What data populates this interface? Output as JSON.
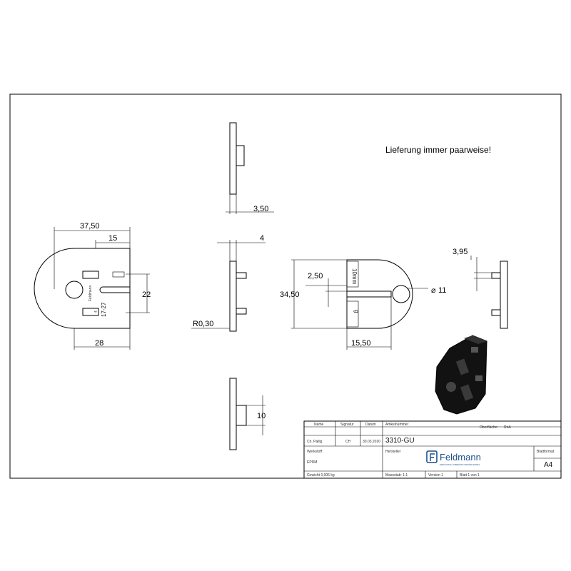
{
  "note": "Lieferung immer paarweise!",
  "dimensions": {
    "width_total": "37,50",
    "slot_offset": "15",
    "slot_spacing": "22",
    "bottom_width": "28",
    "thickness_top": "3,50",
    "thickness": "4",
    "radius": "R0,30",
    "slot_width": "2,50",
    "height": "34,50",
    "slot_pos": "15,50",
    "hole_diameter": "11",
    "ridge": "3,95",
    "pin": "10"
  },
  "engravings": {
    "range": "17-27",
    "four": "4",
    "brand": "Feldmann",
    "ten_mm": "10mm",
    "g": "g"
  },
  "title_block": {
    "h_name": "Name",
    "h_signatur": "Signatur",
    "h_datum": "Datum",
    "drawer": "Ch. Pallig",
    "initials": "CH",
    "date": "30.03.2020",
    "h_artikel": "Artikelnummer",
    "h_oberflaeche": "Oberfläche:",
    "oberflaeche": "RoA",
    "article": "3310-GU",
    "h_werkstoff": "Werkstoff:",
    "werkstoff": "EPDM",
    "h_hersteller": "Hersteller",
    "company": "Feldmann",
    "tagline": "EDELSTAHL ZUBEHÖR GROSSHANDEL",
    "h_blattformat": "Blattformat",
    "format": "A4",
    "weight": "Gewicht 0,006 kg",
    "massstab": "Massstab: 1:1",
    "version": "Version 1",
    "blatt": "Blatt 1 von 1"
  }
}
